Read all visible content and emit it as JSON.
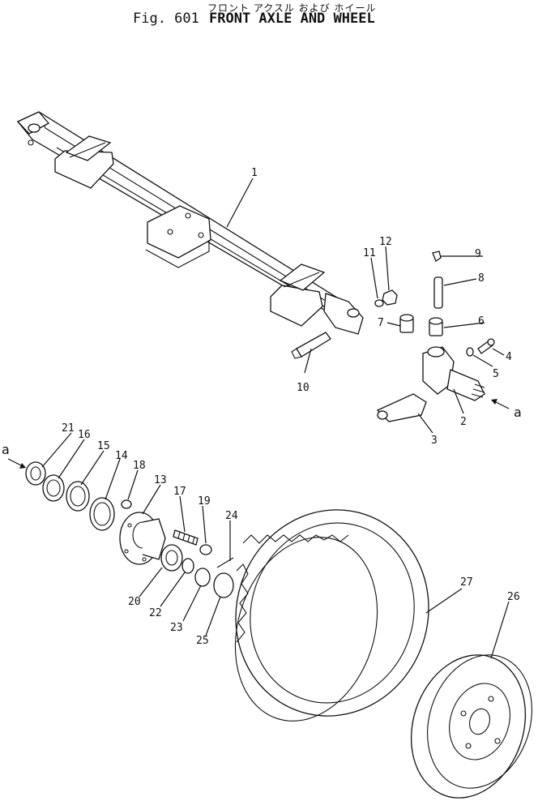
{
  "title": {
    "japanese": "フロント アクスル および ホイール",
    "figure": "Fig. 601",
    "english": "FRONT AXLE AND WHEEL"
  },
  "callouts": [
    "1",
    "2",
    "3",
    "4",
    "5",
    "6",
    "7",
    "8",
    "9",
    "10",
    "11",
    "12",
    "13",
    "14",
    "15",
    "16",
    "17",
    "18",
    "19",
    "20",
    "21",
    "22",
    "23",
    "24",
    "25",
    "26",
    "27"
  ],
  "section_marks": [
    "a",
    "a"
  ]
}
